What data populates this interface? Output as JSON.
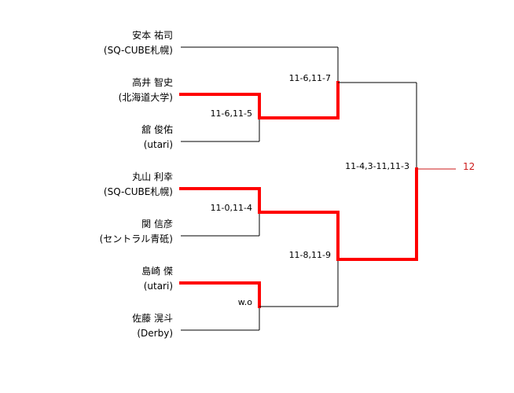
{
  "colors": {
    "winner_line": "#ff0000",
    "line": "#000000",
    "result_text": "#cc1a1a"
  },
  "players": [
    {
      "name": "安本 祐司",
      "team": "(SQ-CUBE札幌)",
      "advanced": false
    },
    {
      "name": "高井 智史",
      "team": "(北海道大学)",
      "advanced": true
    },
    {
      "name": "舘 俊佑",
      "team": "(utari)",
      "advanced": false
    },
    {
      "name": "丸山 利幸",
      "team": "(SQ-CUBE札幌)",
      "advanced": true
    },
    {
      "name": "関 信彦",
      "team": "(セントラル青砥)",
      "advanced": false
    },
    {
      "name": "島崎 傑",
      "team": "(utari)",
      "advanced": true
    },
    {
      "name": "佐藤 滉斗",
      "team": "(Derby)",
      "advanced": false
    }
  ],
  "matches": {
    "r1_a": {
      "score": "11-6,11-5",
      "winner": "top"
    },
    "r1_b": {
      "score": "11-0,11-4",
      "winner": "top"
    },
    "r1_c": {
      "score": "w.o",
      "winner": "top"
    },
    "r2_a": {
      "score": "11-6,11-7",
      "winner": "bottom"
    },
    "r2_b": {
      "score": "11-8,11-9",
      "winner": "top"
    },
    "final": {
      "score": "11-4,3-11,11-3",
      "winner": "bottom"
    }
  },
  "result_label": "12"
}
